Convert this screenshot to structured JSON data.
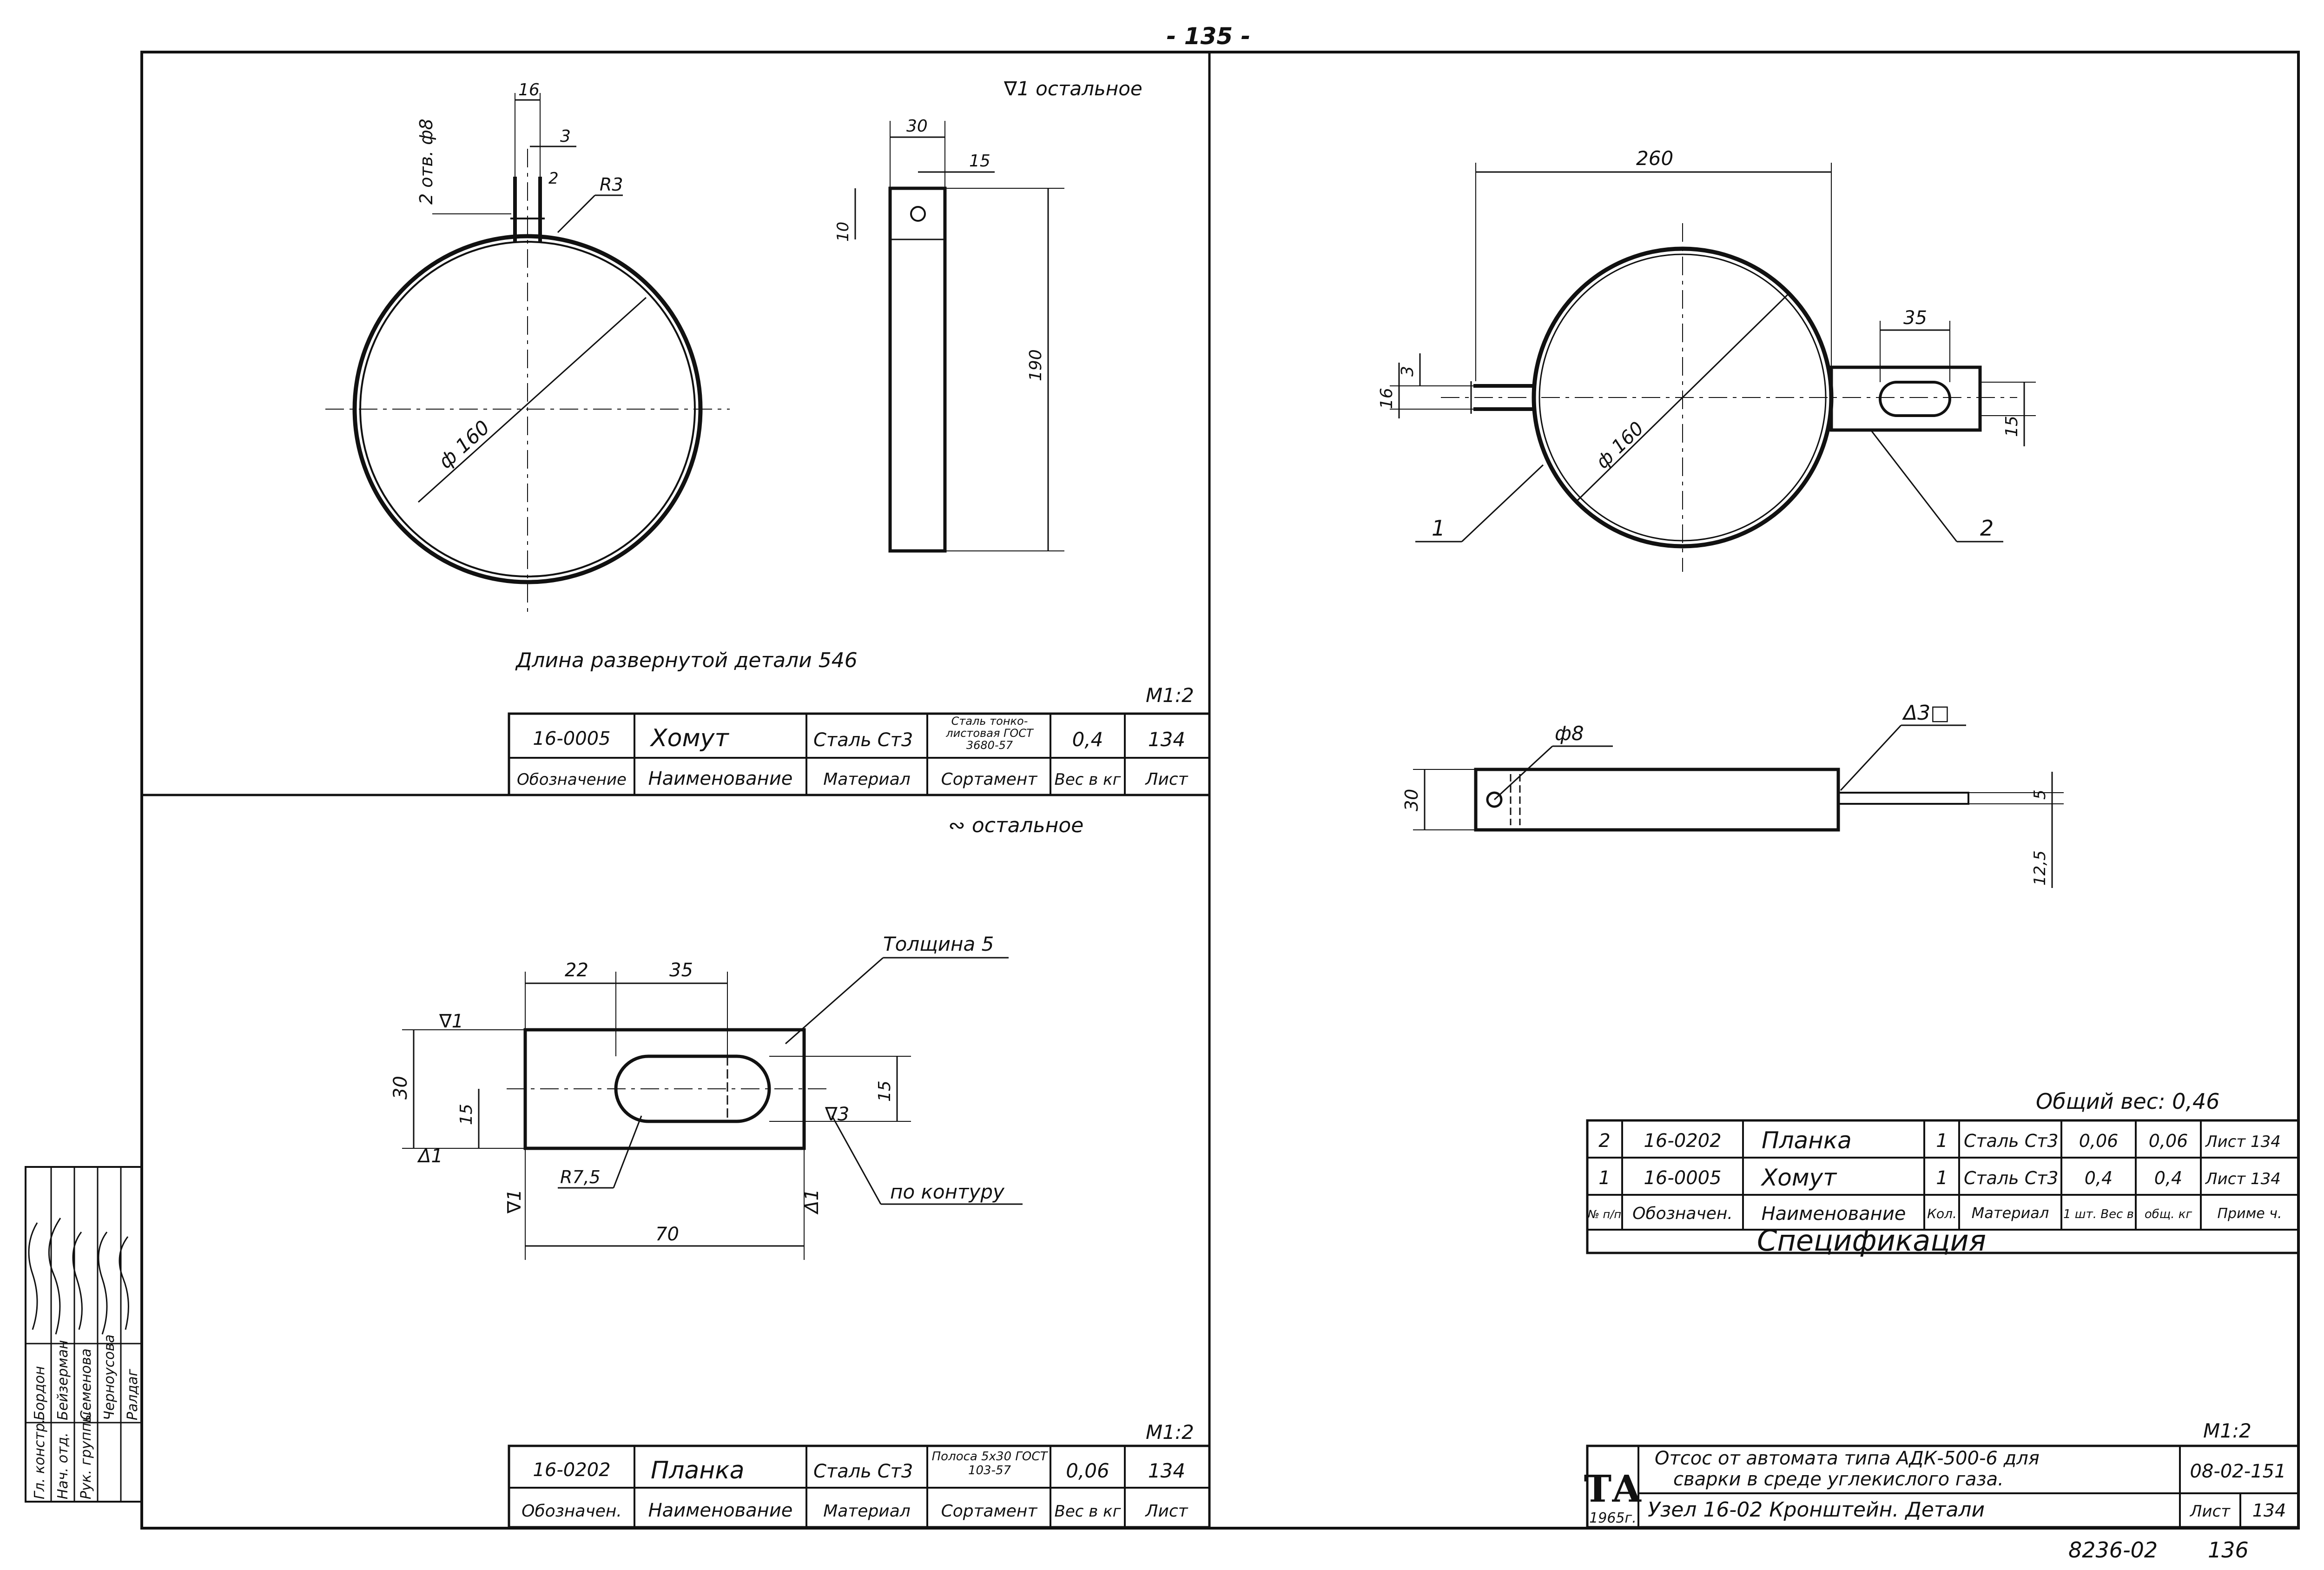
{
  "page_number_top": "- 135 -",
  "footer": {
    "archive_number": "8236-02",
    "page_number": "136"
  },
  "colors": {
    "ink": "#111111",
    "paper": "#ffffff"
  },
  "part1": {
    "roughness_note": "∇1 остальное",
    "dim_slot_width": "16",
    "dim_gap": "3",
    "dim_tab": "2",
    "hole_note": "2 отв. ф8",
    "radius": "R3",
    "diameter": "ф 160",
    "dim_width": "30",
    "dim_hole_offset": "15",
    "dim_hole_edge": "10",
    "dim_height": "190",
    "unfolded_length": "Длина развернутой детали 546",
    "scale": "М1:2",
    "title_block": {
      "designation": "16-0005",
      "name": "Хомут",
      "material": "Сталь Ст3",
      "assortment": "Сталь тонко- листовая ГОСТ 3680-57",
      "weight": "0,4",
      "sheet": "134",
      "headers": [
        "Обозначение",
        "Наименование",
        "Материал",
        "Сортамент",
        "Вес в кг",
        "Лист"
      ]
    }
  },
  "part2": {
    "roughness_note": "∾ остальное",
    "thickness_note": "Толщина 5",
    "dim_left": "22",
    "dim_slot": "35",
    "dim_height": "30",
    "dim_slot_inner": "15",
    "dim_slot_right": "15",
    "dim_length": "70",
    "radius": "R7,5",
    "contour_note": "по контуру",
    "finish_mark": "∇3",
    "edge_mark_1": "∇1",
    "edge_mark_2": "Δ1",
    "scale": "М1:2",
    "title_block": {
      "designation": "16-0202",
      "name": "Планка",
      "material": "Сталь Ст3",
      "assortment": "Полоса 5х30 ГОСТ 103-57",
      "weight": "0,06",
      "sheet": "134",
      "headers": [
        "Обозначен.",
        "Наименование",
        "Материал",
        "Сортамент",
        "Вес в кг",
        "Лист"
      ]
    }
  },
  "assembly": {
    "dim_width": "260",
    "dim_tab_width": "35",
    "dim_gap": "3",
    "dim_slot": "16",
    "dim_plate": "15",
    "diameter": "ф 160",
    "callout_1": "1",
    "callout_2": "2",
    "hole": "ф8",
    "weld_mark": "Δ3□",
    "dim_side_height": "30",
    "dim_side_thickness": "5",
    "dim_side_offset": "12,5"
  },
  "specification": {
    "total_weight": "Общий вес: 0,46",
    "title": "Спецификация",
    "headers": [
      "№ п/п",
      "Обозначен.",
      "Наименование",
      "Кол.",
      "Материал",
      "1 шт. Вес в",
      "общ. кг",
      "Приме ч."
    ],
    "rows": [
      [
        "2",
        "16-0202",
        "Планка",
        "1",
        "Сталь Ст3",
        "0,06",
        "0,06",
        "Лист 134"
      ],
      [
        "1",
        "16-0005",
        "Хомут",
        "1",
        "Сталь Ст3",
        "0,4",
        "0,4",
        "Лист 134"
      ]
    ]
  },
  "main_title_block": {
    "logo": "ТА",
    "year": "1965г.",
    "title_line1": "Отсос от автомата типа АДК-500-6 для",
    "title_line2": "сварки в среде углекислого газа.",
    "subtitle": "Узел 16-02 Кронштейн. Детали",
    "code": "08-02-151",
    "sheet_label": "Лист",
    "sheet": "134",
    "scale": "М1:2"
  },
  "signature_block": {
    "roles": [
      "Гл. констр.",
      "Нач. отд.",
      "Рук. группы",
      "",
      ""
    ],
    "names": [
      "Бордон",
      "Бейзерман",
      "Семенова",
      "Черноусова",
      "Ралдаг"
    ]
  }
}
